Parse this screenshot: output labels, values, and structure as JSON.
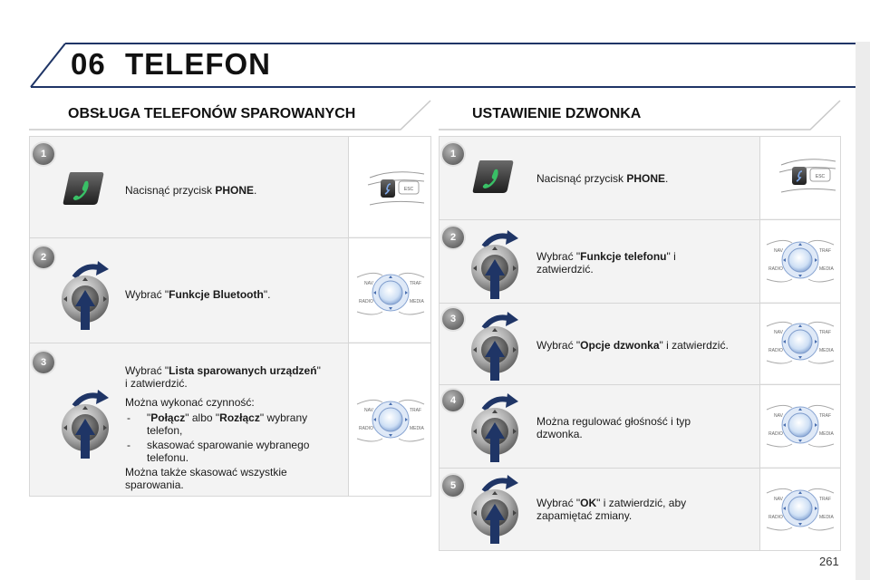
{
  "header": {
    "chapter_number": "06",
    "chapter_title": "TELEFON"
  },
  "left_section": {
    "title": "OBSŁUGA TELEFONÓW SPAROWANYCH",
    "steps": [
      {
        "number": "1",
        "text_prefix": "Nacisnąć przycisk ",
        "text_bold": "PHONE",
        "text_suffix": "."
      },
      {
        "number": "2",
        "text_prefix": "Wybrać \"",
        "text_bold": "Funkcje Bluetooth",
        "text_suffix": "\"."
      },
      {
        "number": "3",
        "line1_prefix": "Wybrać \"",
        "line1_bold": "Lista sparowanych urządzeń",
        "line1_suffix": "\"",
        "line2": "i zatwierdzić.",
        "para": "Można wykonać czynność:",
        "bullet1_dash": "-",
        "bullet1_q1": "\"",
        "bullet1_bold1": "Połącz",
        "bullet1_mid": "\" albo \"",
        "bullet1_bold2": "Rozłącz",
        "bullet1_end": "\" wybrany",
        "bullet1_line2": "telefon,",
        "bullet2_dash": "-",
        "bullet2_line1": "skasować sparowanie wybranego",
        "bullet2_line2": "telefonu.",
        "final_line1": "Można także skasować wszystkie",
        "final_line2": "sparowania."
      }
    ]
  },
  "right_section": {
    "title": "USTAWIENIE DZWONKA",
    "steps": [
      {
        "number": "1",
        "text_prefix": "Nacisnąć przycisk ",
        "text_bold": "PHONE",
        "text_suffix": "."
      },
      {
        "number": "2",
        "text_prefix": "Wybrać \"",
        "text_bold": "Funkcje telefonu",
        "text_suffix": "\" i",
        "line2": "zatwierdzić."
      },
      {
        "number": "3",
        "text_prefix": "Wybrać \"",
        "text_bold": "Opcje dzwonka",
        "text_suffix": "\" i zatwierdzić."
      },
      {
        "number": "4",
        "line1": "Można regulować głośność i typ",
        "line2": "dzwonka."
      },
      {
        "number": "5",
        "text_prefix": "Wybrać \"",
        "text_bold": "OK",
        "text_suffix": "\" i zatwierdzić, aby",
        "line2": "zapamiętać zmiany."
      }
    ]
  },
  "console_labels": {
    "nav": "NAV",
    "traf": "TRAF",
    "radio": "RADIO",
    "media": "MEDIA",
    "esc": "ESC"
  },
  "page_number": "261",
  "colors": {
    "accent_navy": "#1f3566",
    "badge_grey": "#7a7a7a",
    "panel_bg": "#f3f3f3",
    "phone_green": "#39c066"
  },
  "icons": [
    "phone-button-icon",
    "rotary-knob-icon",
    "turn-arrow-icon",
    "push-arrow-icon",
    "console-panel-icon"
  ]
}
